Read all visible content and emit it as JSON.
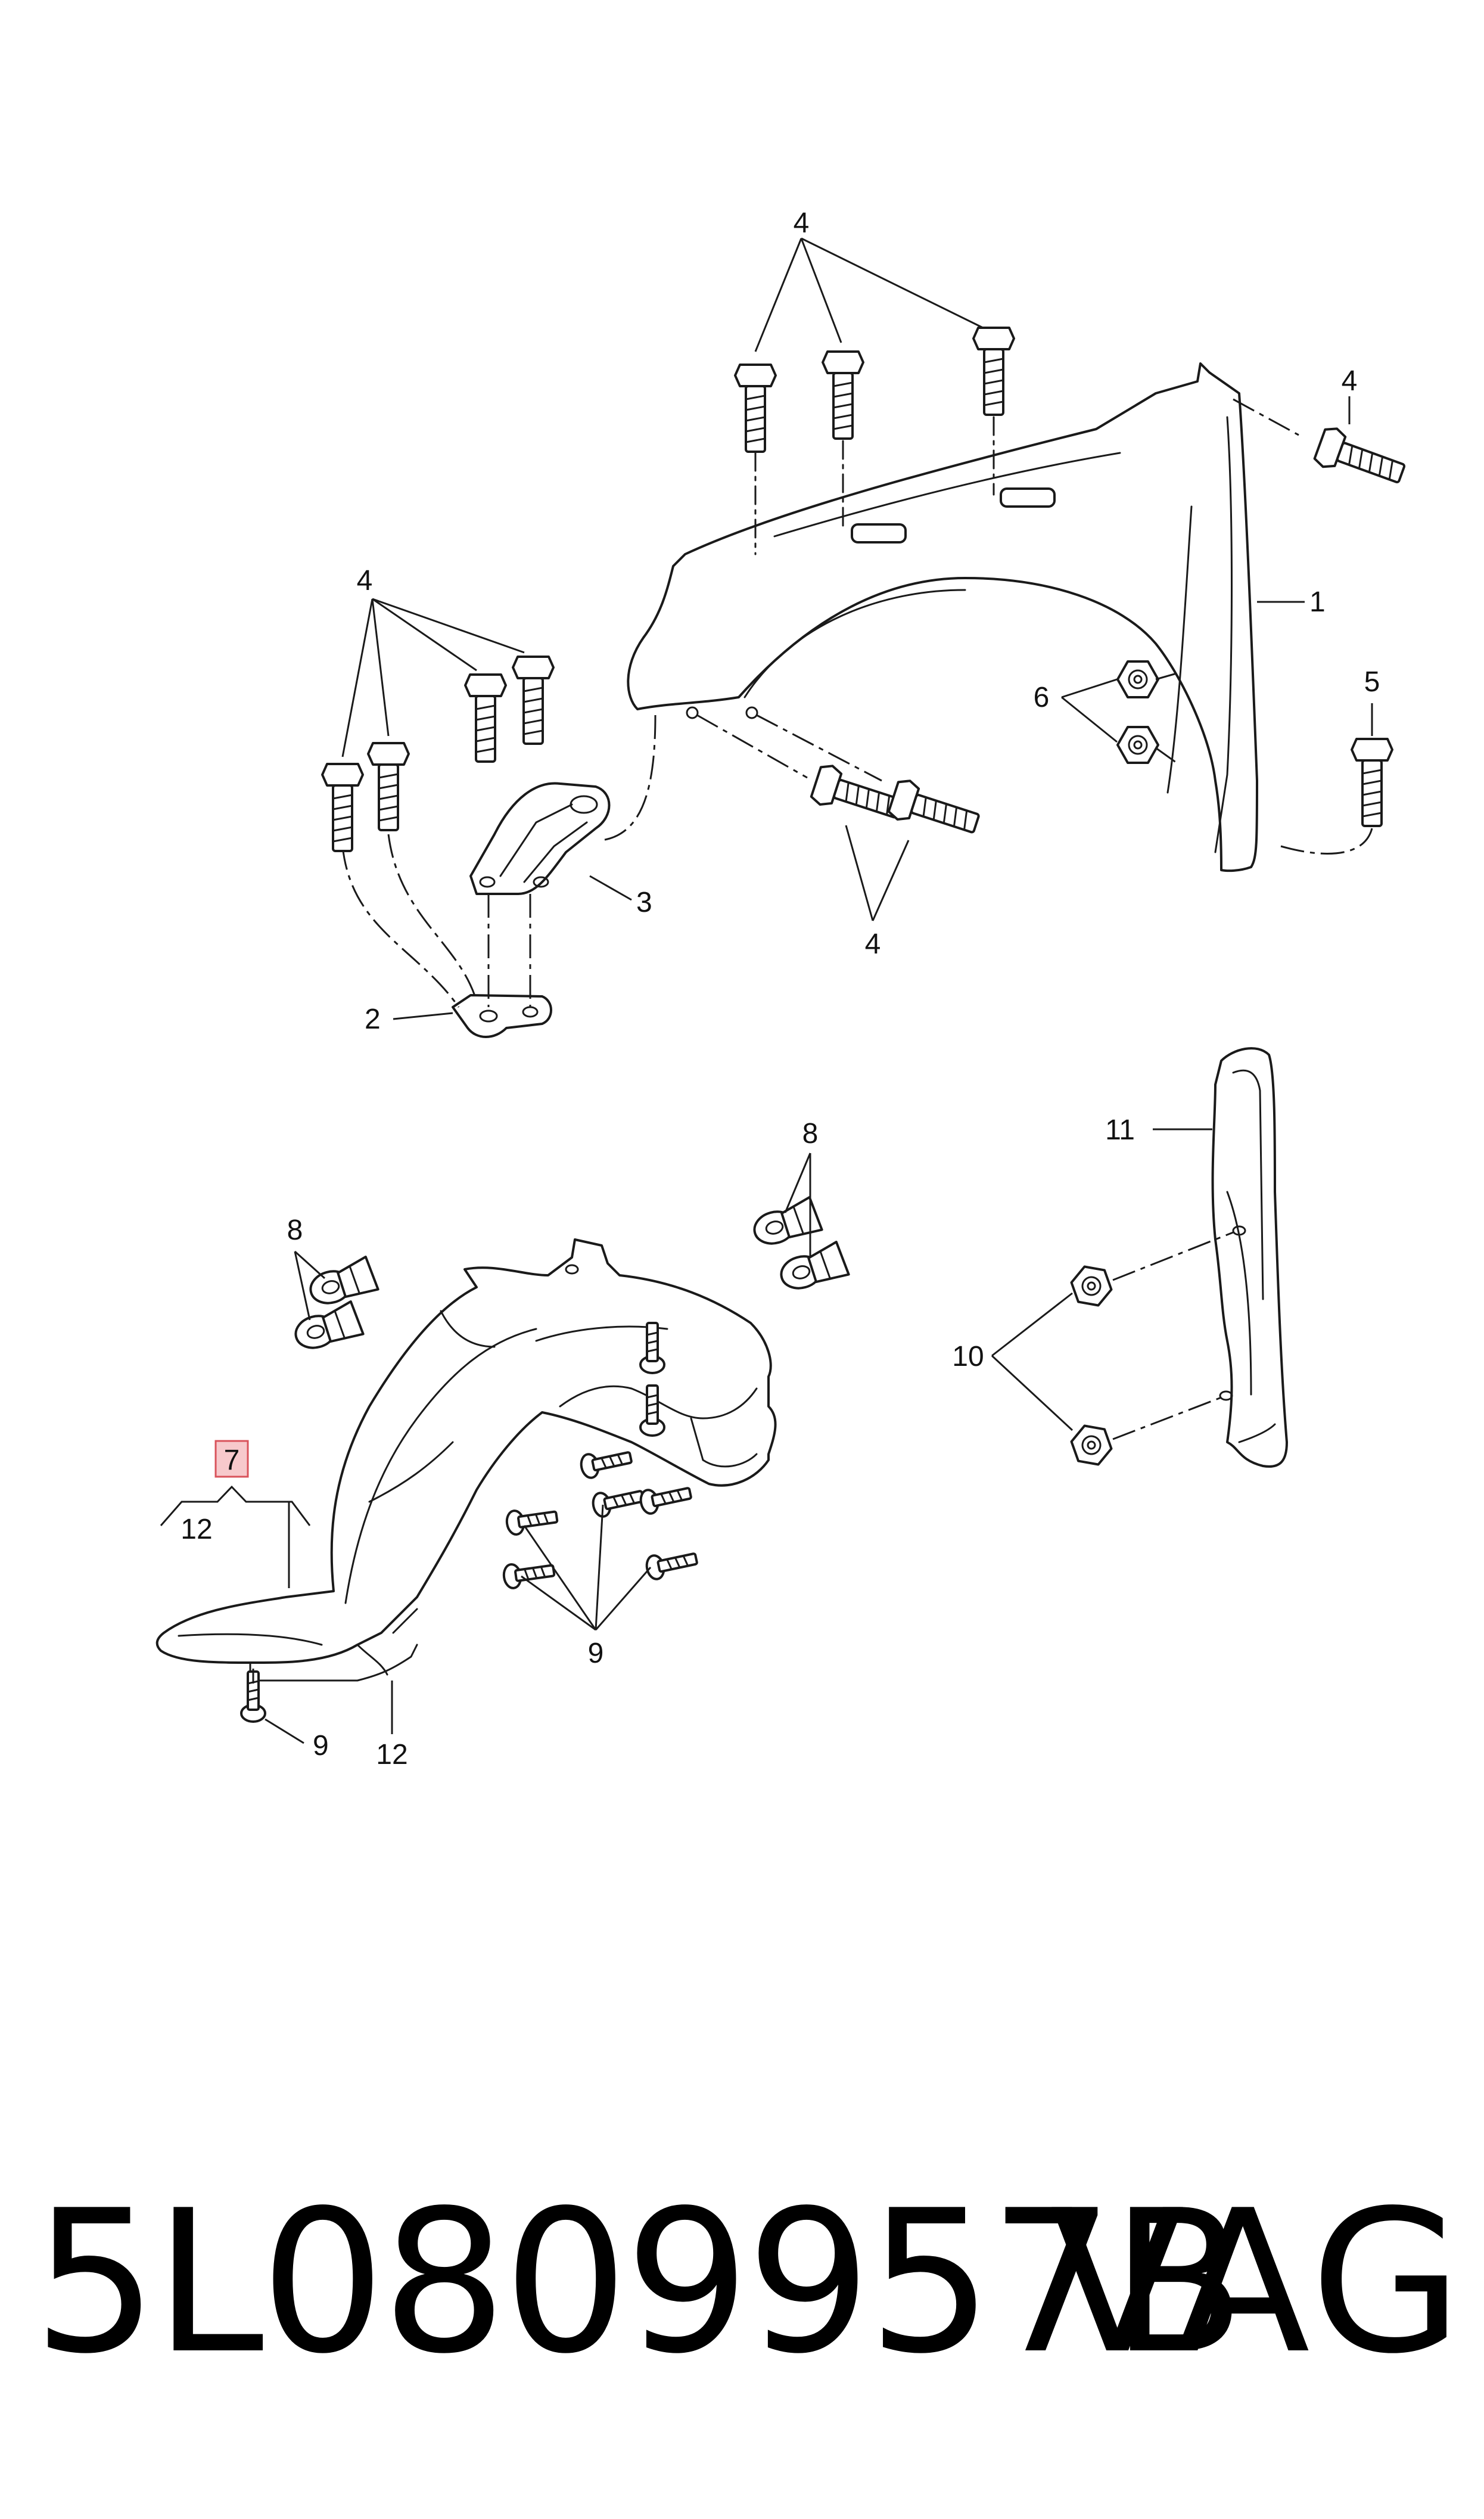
{
  "callouts": {
    "c1": "1",
    "c2": "2",
    "c3": "3",
    "c4": "4",
    "c5": "5",
    "c6": "6",
    "c7": "7",
    "c8": "8",
    "c9": "9",
    "c10": "10",
    "c11": "11",
    "c12": "12"
  },
  "footer": {
    "part_number": "5L0809957B",
    "brand": "VAG"
  },
  "colors": {
    "highlight_fill": "#f7c9cc",
    "highlight_stroke": "#d9535b",
    "line": "#1a1a1a"
  }
}
